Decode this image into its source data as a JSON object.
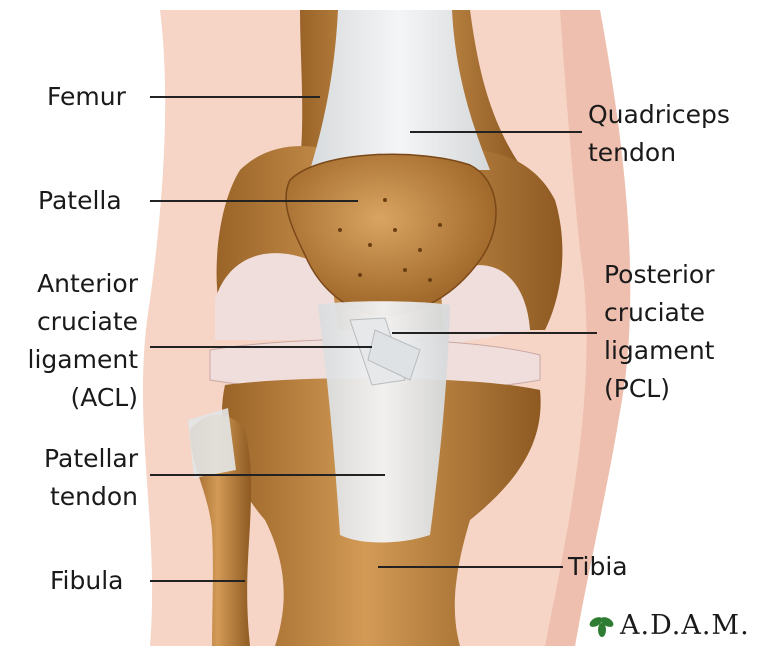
{
  "labels": {
    "femur": "Femur",
    "quadriceps_line1": "Quadriceps",
    "quadriceps_line2": "tendon",
    "patella": "Patella",
    "acl_line1": "Anterior",
    "acl_line2": "cruciate",
    "acl_line3": "ligament",
    "acl_line4": "(ACL)",
    "pcl_line1": "Posterior",
    "pcl_line2": "cruciate",
    "pcl_line3": "ligament",
    "pcl_line4": "(PCL)",
    "patellar_line1": "Patellar",
    "patellar_line2": "tendon",
    "fibula": "Fibula",
    "tibia": "Tibia"
  },
  "logo": {
    "text": "A.D.A.M."
  },
  "colors": {
    "skin": "#f6d4c6",
    "bone": "#c58a45",
    "bone_dark": "#8e5a22",
    "tendon": "#eceeef",
    "cartilage": "#f0dedd",
    "leader": "#222222"
  }
}
